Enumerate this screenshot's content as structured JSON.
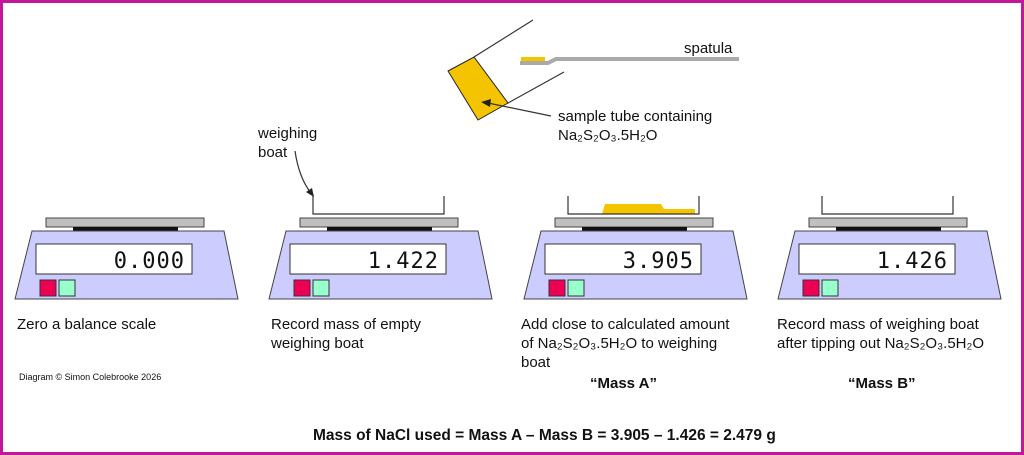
{
  "labels": {
    "weighing_boat": [
      "weighing",
      "boat"
    ],
    "spatula": "spatula",
    "sample_tube": [
      "sample tube containing",
      "Na₂S₂O₃.5H₂O"
    ]
  },
  "steps": [
    {
      "reading": "0.000",
      "caption": [
        "Zero a balance scale"
      ],
      "tag": ""
    },
    {
      "reading": "1.422",
      "caption": [
        "Record mass of empty",
        "weighing boat"
      ],
      "tag": ""
    },
    {
      "reading": "3.905",
      "caption": [
        "Add close to calculated amount",
        "of Na₂S₂O₃.5H₂O to weighing",
        "boat"
      ],
      "tag": "“Mass A”"
    },
    {
      "reading": "1.426",
      "caption": [
        "Record mass of weighing boat",
        "after tipping out Na₂S₂O₃.5H₂O"
      ],
      "tag": "“Mass B”"
    }
  ],
  "credit": "Diagram © Simon Colebrooke 2026",
  "equation": "Mass of NaCl used = Mass A – Mass B = 3.905 – 1.426 = 2.479 g",
  "colors": {
    "border": "#c0179d",
    "scale_body": "#ccccff",
    "solid": "#f5c400",
    "button_red": "#ee0055",
    "button_teal": "#99ffcc"
  }
}
